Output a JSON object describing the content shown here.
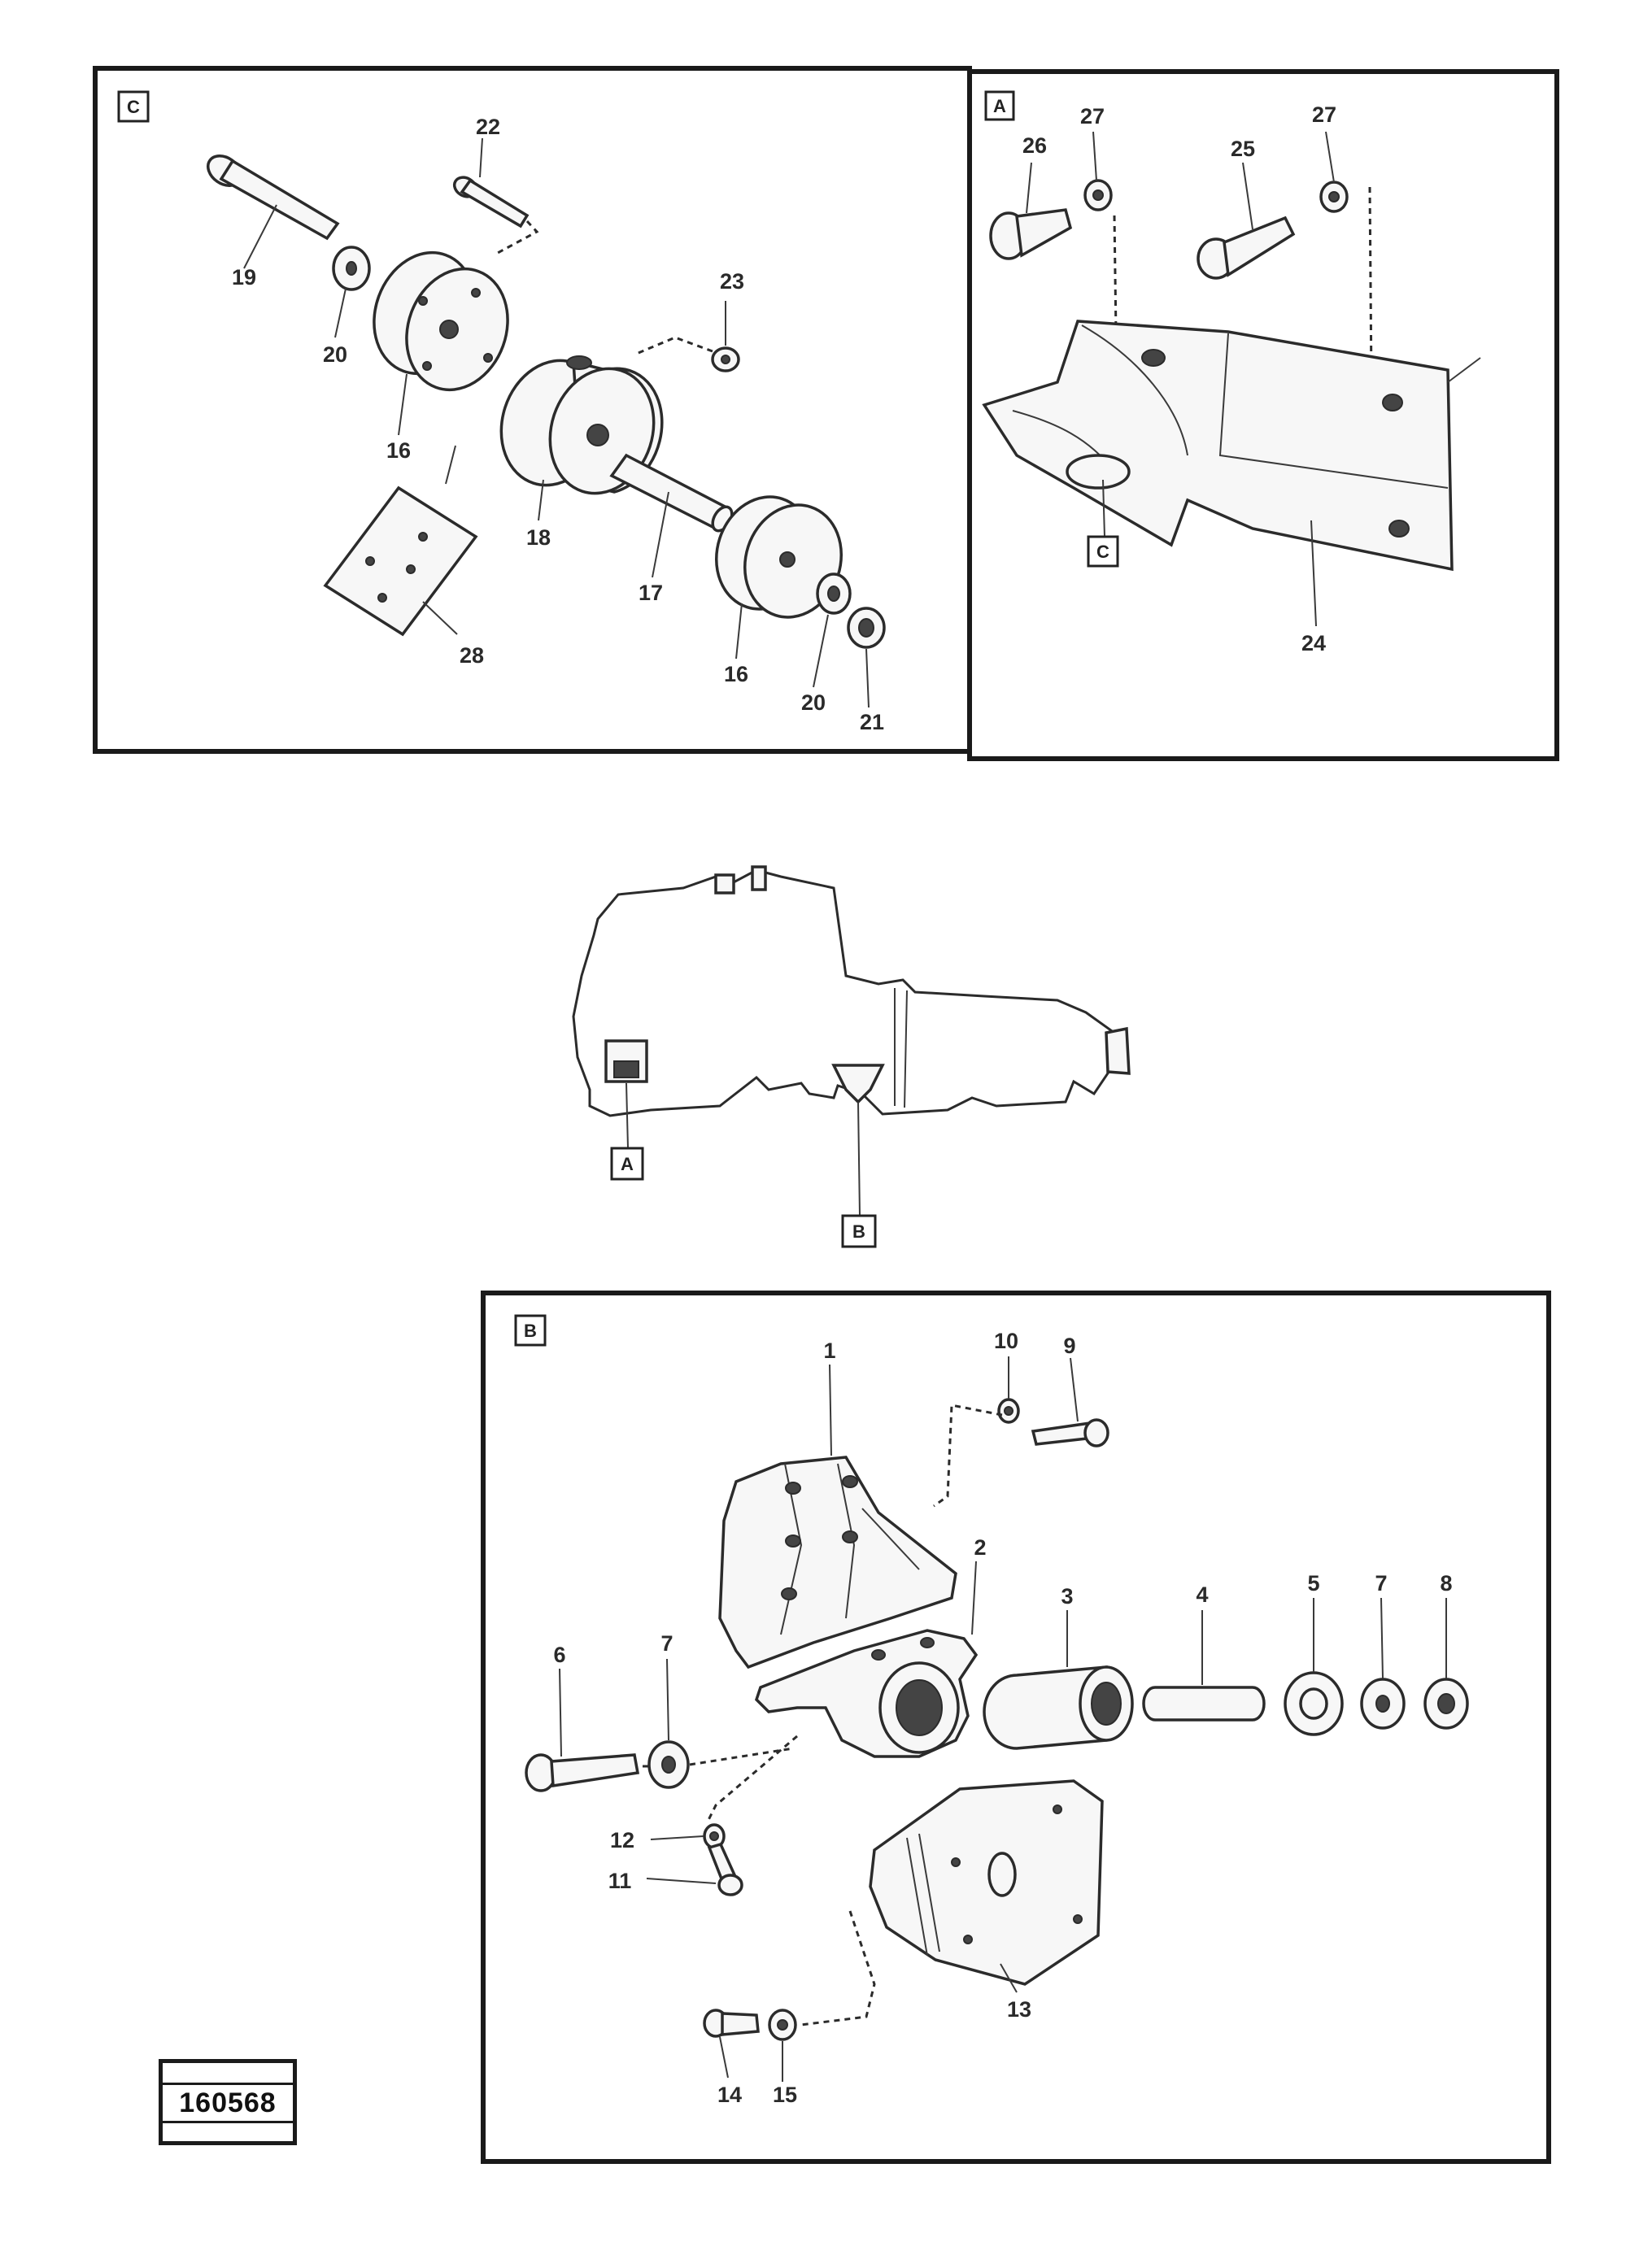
{
  "panels": {
    "c": {
      "letter": "C"
    },
    "a": {
      "letter": "A"
    },
    "b": {
      "letter": "B"
    }
  },
  "assembly": {
    "marker_a": "A",
    "marker_b": "B"
  },
  "labels": {
    "c_22": "22",
    "c_19": "19",
    "c_20a": "20",
    "c_23": "23",
    "c_16a": "16",
    "c_18": "18",
    "c_17": "17",
    "c_28": "28",
    "c_16b": "16",
    "c_20b": "20",
    "c_21": "21",
    "a_26": "26",
    "a_27a": "27",
    "a_25": "25",
    "a_27b": "27",
    "a_c": "C",
    "a_24": "24",
    "b_1": "1",
    "b_10": "10",
    "b_9": "9",
    "b_2": "2",
    "b_3": "3",
    "b_4": "4",
    "b_5": "5",
    "b_7a": "7",
    "b_8": "8",
    "b_6": "6",
    "b_7b": "7",
    "b_12": "12",
    "b_11": "11",
    "b_13": "13",
    "b_14": "14",
    "b_15": "15"
  },
  "stamp": {
    "code": "160568"
  }
}
